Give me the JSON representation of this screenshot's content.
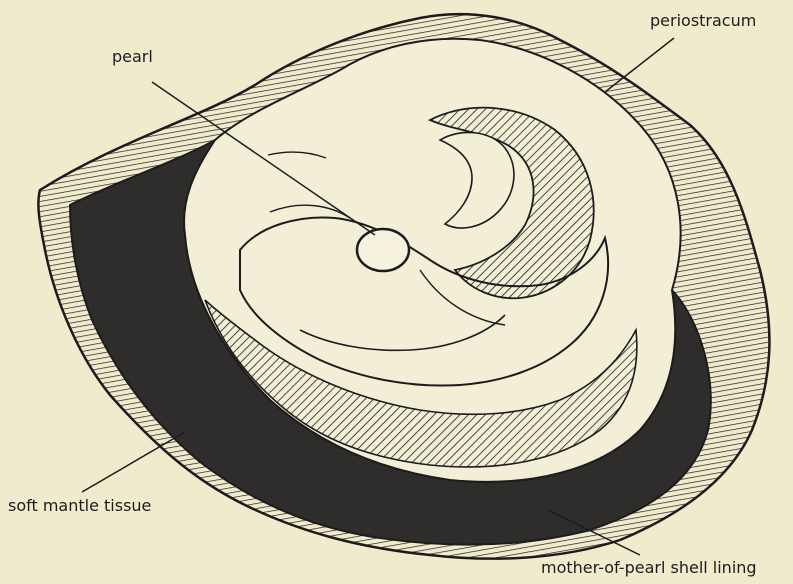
{
  "labels": {
    "pearl": "pearl",
    "periostracum": "periostracum",
    "soft_mantle_tissue": "soft mantle tissue",
    "mother_of_pearl": "mother-of-pearl shell lining"
  },
  "colors": {
    "background": "#f0ebcd",
    "ink": "#1c1c1c",
    "dark_fill": "#2f2d2b",
    "flesh": "#f3efd7"
  }
}
